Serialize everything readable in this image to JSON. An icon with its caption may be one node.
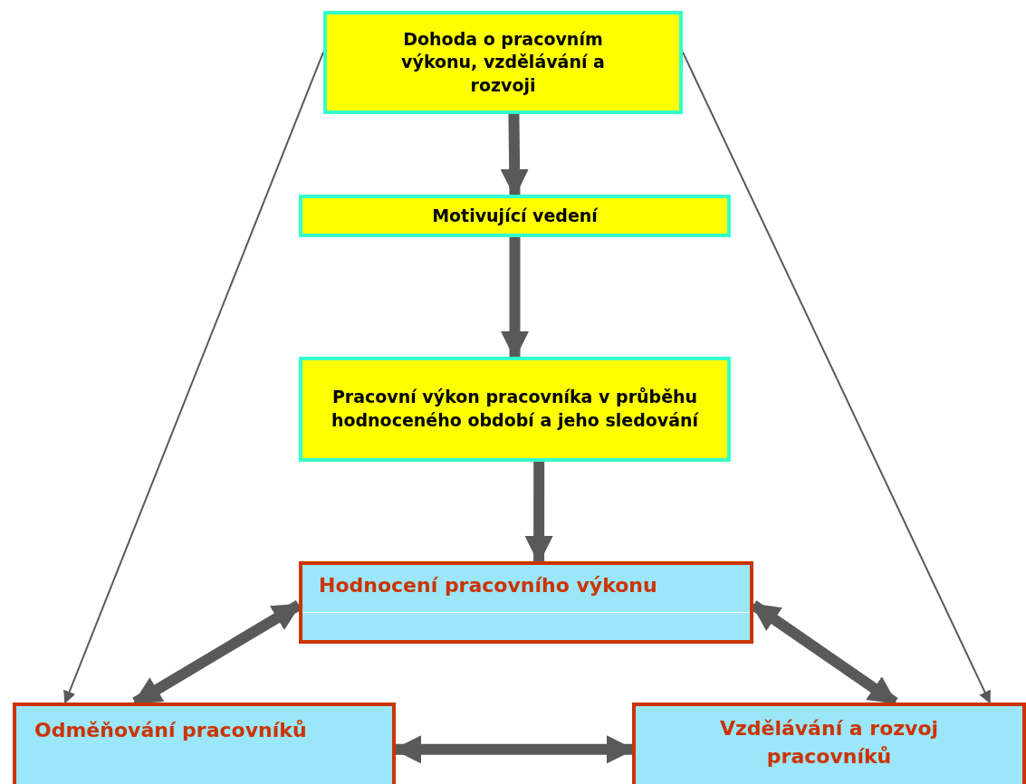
{
  "diagram": {
    "nodes": [
      {
        "text": [
          "Dohoda o pracovním výkonu, vzdělávání a rozvoji"
        ]
      },
      {
        "text": [
          "Motivující vedení"
        ]
      },
      {
        "text": [
          "Pracovní výkon pracovníka v průběhu hodnoceného období a jeho sledování"
        ]
      },
      {
        "text": [
          "Hodnocení pracovního výkonu"
        ]
      },
      {
        "text": [
          "Odměňování pracovníků"
        ]
      },
      {
        "text": [
          "Vzdělávání a rozvoj pracovníků"
        ]
      }
    ],
    "edges": [
      {
        "from": 0,
        "to": 1,
        "arrow": "to"
      },
      {
        "from": 1,
        "to": 2,
        "arrow": "to"
      },
      {
        "from": 2,
        "to": 3,
        "arrow": "to"
      },
      {
        "from": 0,
        "to": 4,
        "arrow": "to"
      },
      {
        "from": 0,
        "to": 5,
        "arrow": "to"
      },
      {
        "from": 3,
        "to": 4,
        "arrow": "both"
      },
      {
        "from": 3,
        "to": 5,
        "arrow": "both"
      },
      {
        "from": 4,
        "to": 5,
        "arrow": "both"
      }
    ]
  }
}
